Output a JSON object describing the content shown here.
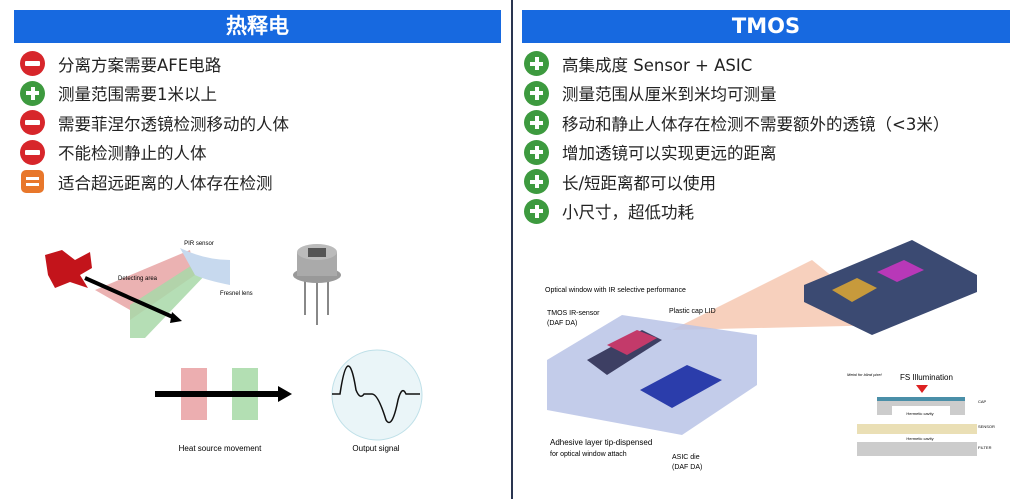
{
  "left": {
    "title": "热释电",
    "items": [
      {
        "icon": "minus",
        "text": "分离方案需要AFE电路"
      },
      {
        "icon": "plus",
        "text": "测量范围需要1米以上"
      },
      {
        "icon": "minus",
        "text": "需要菲涅尔透镜检测移动的人体"
      },
      {
        "icon": "minus",
        "text": "不能检测静止的人体"
      },
      {
        "icon": "equal",
        "text": "适合超远距离的人体存在检测"
      }
    ],
    "figure": {
      "pir_sensor": "PIR sensor",
      "detecting_area": "Detecting area",
      "fresnel_lens": "Fresnel lens",
      "heat_source": "Heat source movement",
      "output_signal": "Output signal"
    }
  },
  "right": {
    "title": "TMOS",
    "items": [
      {
        "icon": "plus",
        "text": "高集成度 Sensor + ASIC"
      },
      {
        "icon": "plus",
        "text": "测量范围从厘米到米均可测量"
      },
      {
        "icon": "plus",
        "text": "移动和静止人体存在检测不需要额外的透镜（<3米）"
      },
      {
        "icon": "plus",
        "text": "增加透镜可以实现更远的距离"
      },
      {
        "icon": "plus",
        "text": "长/短距离都可以使用"
      },
      {
        "icon": "plus",
        "text": "小尺寸，超低功耗"
      }
    ],
    "figure": {
      "optical_window": "Optical window with IR selective performance",
      "tmos_sensor": "TMOS IR-sensor",
      "tmos_daf": "(DAF DA)",
      "plastic_cap": "Plastic cap LID",
      "adhesive": "Adhesive layer tip-dispensed",
      "adhesive2": "for optical window attach",
      "asic": "ASIC die",
      "asic_daf": "(DAF DA)",
      "fs_illumination": "FS Illumination",
      "metal_note": "Metal for blind pixel",
      "hermetic1": "Hermetic cavity",
      "hermetic2": "Hermetic cavity",
      "cap": "CAP",
      "sensor": "SENSOR",
      "filter": "FILTER"
    }
  },
  "colors": {
    "header": "#1769e0",
    "minus": "#d7262b",
    "plus": "#3d9a3f",
    "equal": "#e8772b"
  }
}
